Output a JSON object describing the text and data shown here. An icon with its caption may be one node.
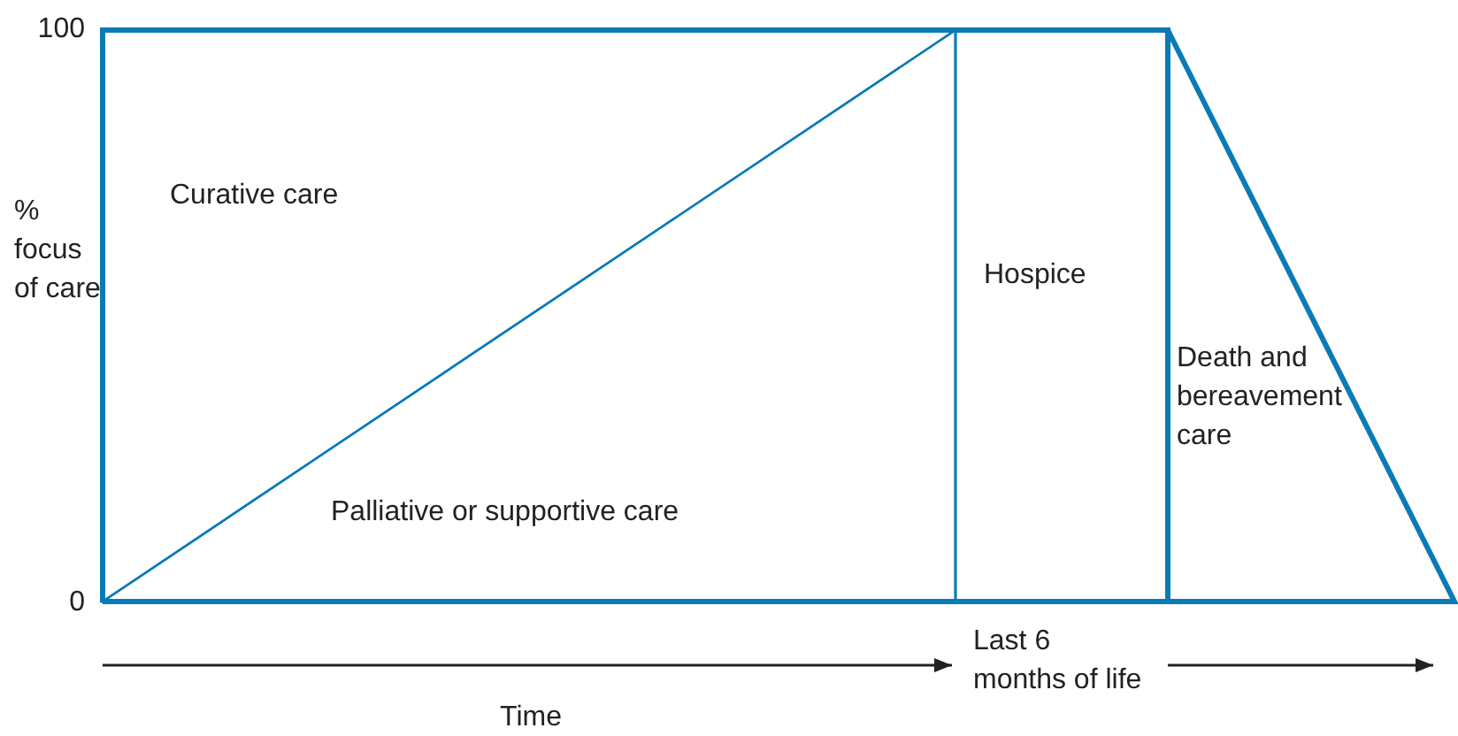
{
  "diagram": {
    "nodes": [
      {
        "text": [
          "Curative care"
        ]
      },
      {
        "text": [
          "Palliative or supportive care"
        ]
      },
      {
        "text": [
          "Hospice"
        ]
      },
      {
        "text": [
          "Death and bereavement care"
        ]
      }
    ],
    "labels": [
      "100",
      "% focus of care",
      "0",
      "Last 6 months of life",
      "Time"
    ]
  }
}
